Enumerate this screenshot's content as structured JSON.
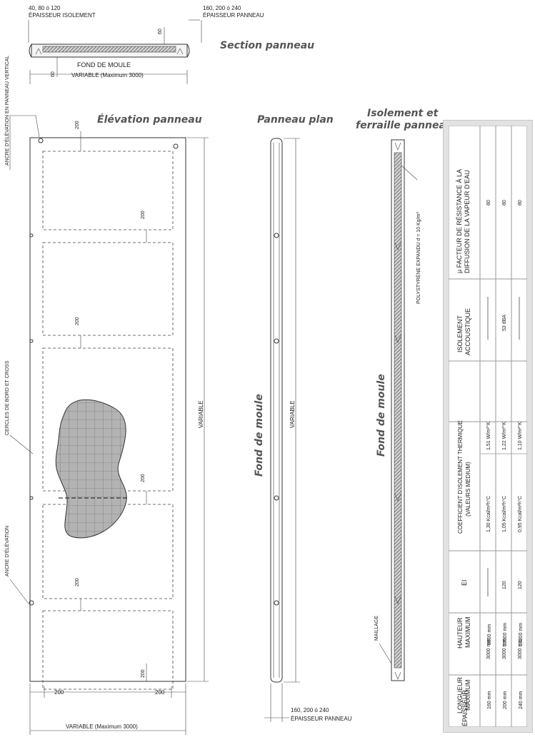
{
  "section": {
    "title": "Section panneau",
    "insulation_values": "40, 80 ó 120",
    "insulation_label": "ÉPAISSEUR ISOLEMENT",
    "panel_values": "160, 200 ó 240",
    "panel_label": "ÉPAISSEUR PANNEAU",
    "dim_60_top": "60",
    "dim_60_bottom": "60",
    "mould_label": "FOND DE MOULE",
    "width_label": "VARIABLE (Maximum 3000)"
  },
  "elevation": {
    "title": "Élévation panneau",
    "anchor_vertical": "ANCRE D'ÉLÉVATION EN PANNEAU VERTICAL",
    "edge_circles": "CERCLES DE BORD ET CROSS",
    "anchor": "ANCRE D'ÉLÉVATION",
    "height_label": "VARIABLE",
    "width_label": "VARIABLE (Maximum 3000)",
    "dim_200": "200"
  },
  "plan": {
    "title": "Panneau plan",
    "mould_label": "Fond de moule",
    "height_label": "VARIABLE",
    "panel_values": "160, 200 ó 240",
    "panel_label": "ÉPAISSEUR PANNEAU"
  },
  "insulation": {
    "title_line1": "Isolement et",
    "title_line2": "ferraille panneau",
    "mould_label": "Fond de moule",
    "polystyrene": "POLYSTYRÈNE EXPANDU  d = 10 Kg/m³",
    "mesh": "MAILLAGE"
  },
  "table": {
    "headers": {
      "thickness": "ÉPAISSEUR",
      "max_length_1": "LONGUEUR",
      "max_length_2": "MAXIMUM",
      "max_height_1": "HAUTEUR",
      "max_height_2": "MAXIMUM",
      "ei": "EI",
      "thermal_1": "COEFFICIENT D'ISOLEMENT THERMIQUE",
      "thermal_2": "(VALEURS MEDIUM)",
      "acoustic_1": "ISOLEMENT",
      "acoustic_2": "ACCOUSTIQUE",
      "vapour_1": "µ FACTEUR DE RÉSISTANCE À LA",
      "vapour_2": "DIFFUSION DE LA VAPEUR D'EAU"
    },
    "rows": [
      {
        "thickness": "160 mm",
        "length": "8800 mm",
        "height": "3000 mm",
        "ei": "",
        "kcal": "1,30 Kcal/m²h°C",
        "w": "1,51 W/m²°K",
        "acoustic": "",
        "vapour": "80"
      },
      {
        "thickness": "200 mm",
        "length": "10500 mm",
        "height": "3000 mm",
        "ei": "120",
        "kcal": "1,05 Kcal/m²h°C",
        "w": "1,22 W/m²°K",
        "acoustic": "53 dBA",
        "vapour": "80"
      },
      {
        "thickness": "240 mm",
        "length": "13200 mm",
        "height": "3000 mm",
        "ei": "120",
        "kcal": "0,95 Kcal/m²h°C",
        "w": "1,10 W/m²°K",
        "acoustic": "",
        "vapour": "80"
      }
    ]
  }
}
